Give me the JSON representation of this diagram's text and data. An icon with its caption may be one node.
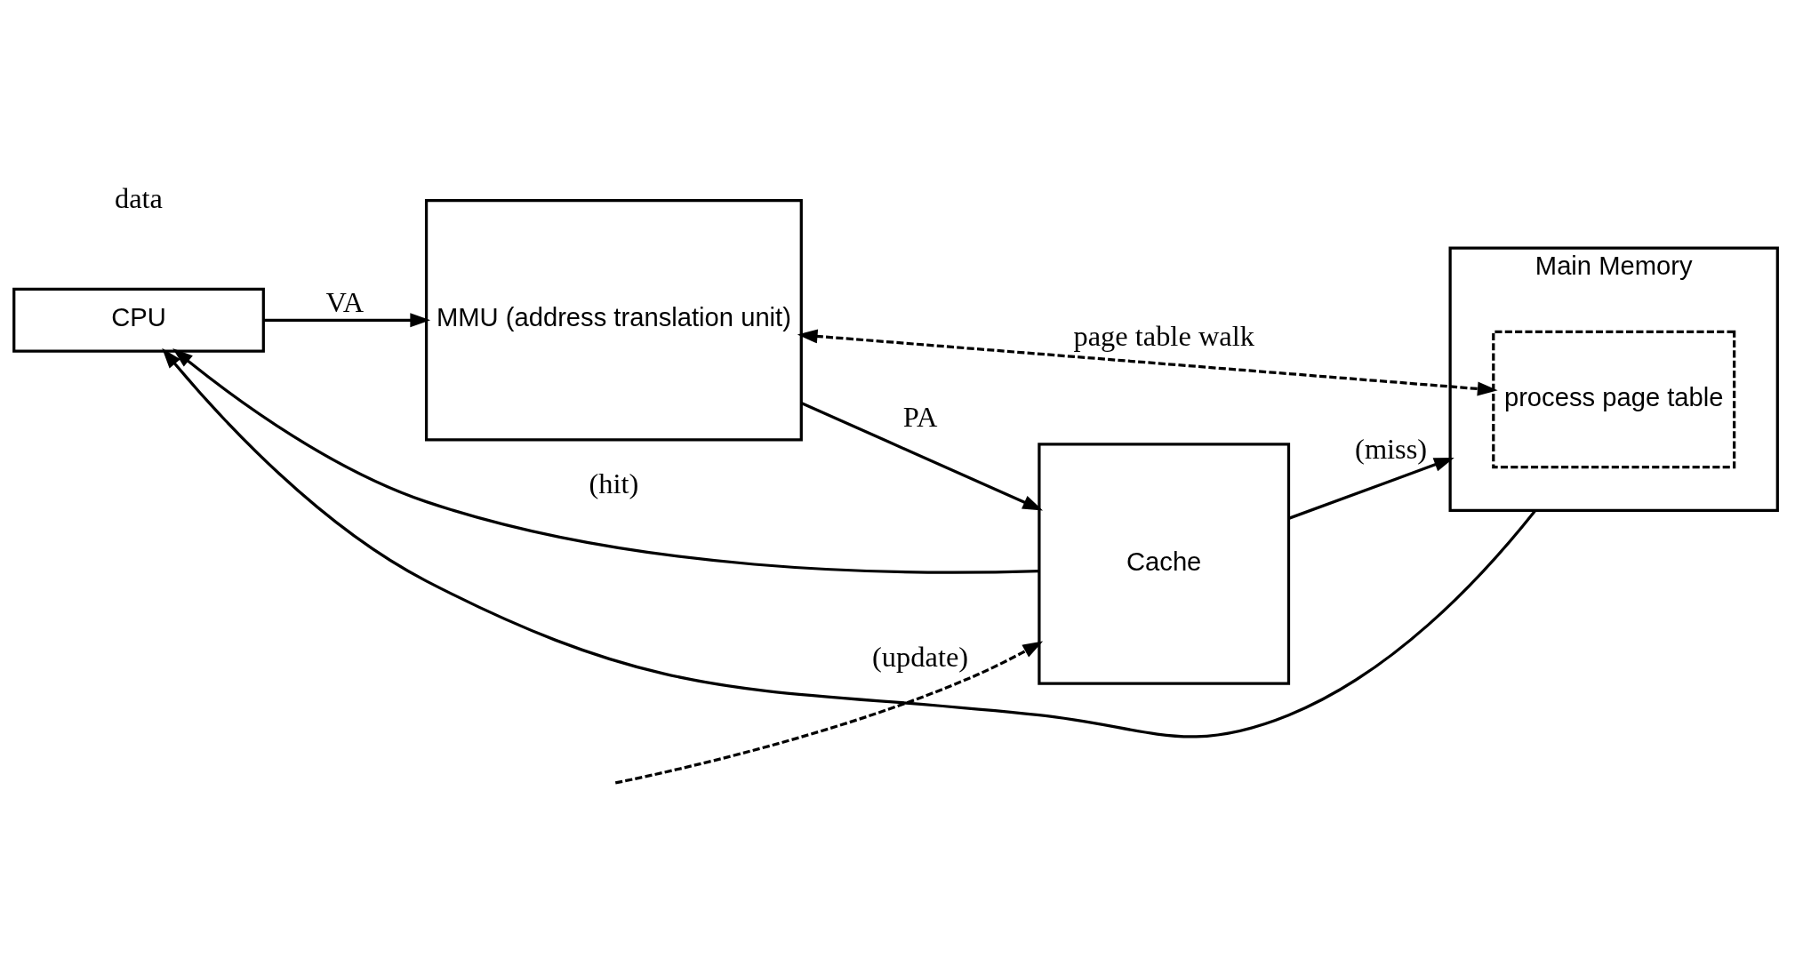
{
  "diagram": {
    "nodes": [
      {
        "text": [
          "CPU"
        ]
      },
      {
        "text": [
          "MMU (address translation unit)"
        ]
      },
      {
        "text": [
          "Cache"
        ]
      },
      {
        "text": [
          "Main Memory"
        ]
      },
      {
        "text": [
          "process page table"
        ],
        "in": 3
      }
    ],
    "edges": [
      {
        "from": 0,
        "to": 1,
        "arrow": "to",
        "label": "VA"
      },
      {
        "from": 1,
        "to": 2,
        "arrow": "to",
        "label": "PA"
      },
      {
        "from": 2,
        "to": 3,
        "arrow": "to",
        "label": "(miss)"
      },
      {
        "from": 1,
        "to": 4,
        "arrow": "both",
        "label": "page table walk",
        "style": "dashed"
      },
      {
        "from": 2,
        "to": 0,
        "arrow": "to",
        "label": "(hit)"
      },
      {
        "from": 3,
        "to": 0,
        "arrow": "to"
      },
      {
        "from": null,
        "to": 2,
        "arrow": "to",
        "label": "(update)",
        "style": "dashed"
      }
    ],
    "labels": [
      "data"
    ]
  }
}
